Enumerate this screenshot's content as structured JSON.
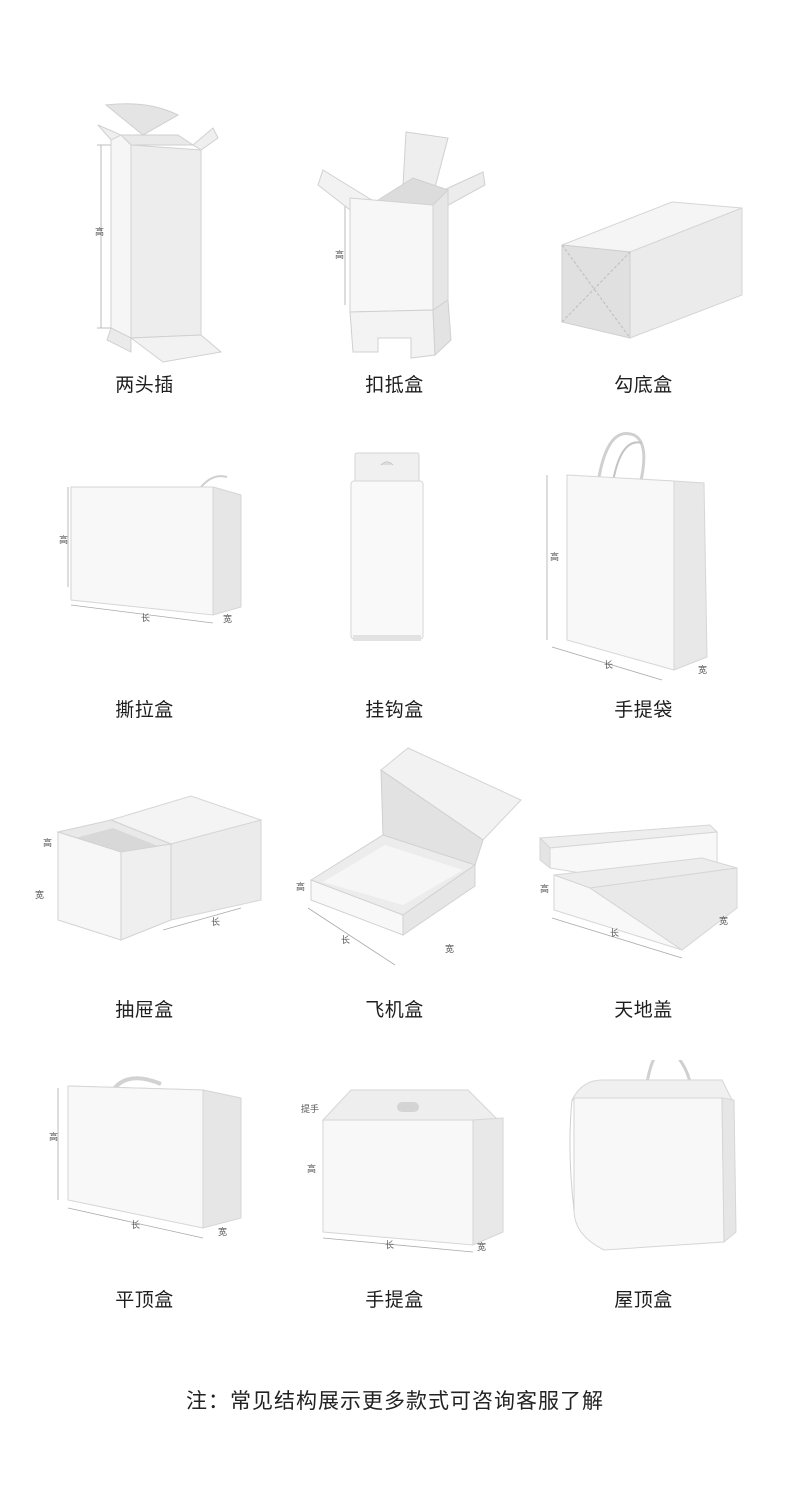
{
  "items": [
    {
      "label": "两头插"
    },
    {
      "label": "扣抵盒"
    },
    {
      "label": "勾底盒"
    },
    {
      "label": "撕拉盒"
    },
    {
      "label": "挂钩盒"
    },
    {
      "label": "手提袋"
    },
    {
      "label": "抽屉盒"
    },
    {
      "label": "飞机盒"
    },
    {
      "label": "天地盖"
    },
    {
      "label": "平顶盒"
    },
    {
      "label": "手提盒"
    },
    {
      "label": "屋顶盒"
    }
  ],
  "dims": {
    "height": "高",
    "length": "长",
    "width": "宽",
    "handle": "提手"
  },
  "note": "注：常见结构展示更多款式可咨询客服了解",
  "colors": {
    "face_light": "#f7f7f7",
    "face_mid": "#ececec",
    "face_dark": "#dcdcdc",
    "line": "#b8b8b8"
  }
}
